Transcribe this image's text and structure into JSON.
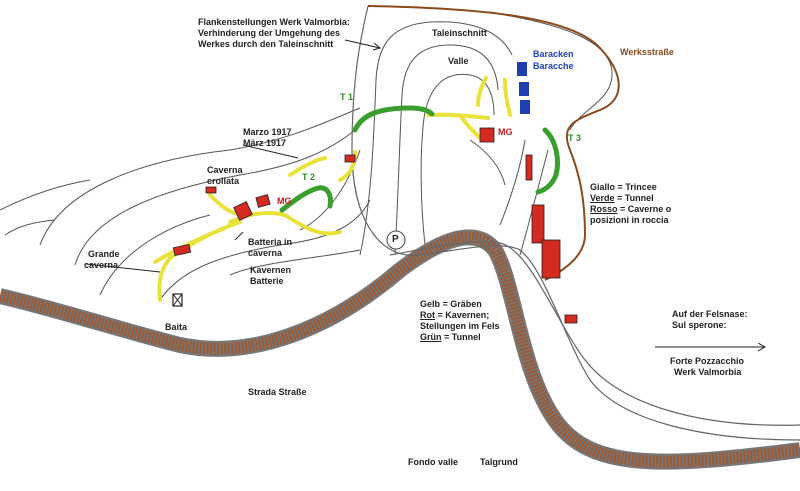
{
  "title": {
    "line1": "Flankenstellungen Werk Valmorbia:",
    "line2": "Verhinderung der Umgehung des",
    "line3": "Werkes durch den Taleinschnitt"
  },
  "labels": {
    "taleinschnitt": "Taleinschnitt",
    "valle": "Valle",
    "baracken": "Baracken",
    "baracche": "Baracche",
    "werksstrasse": "Werksstraße",
    "t1": "T 1",
    "t2": "T 2",
    "t3": "T 3",
    "mg_right": "MG",
    "mg_left": "MG",
    "marzo": "Marzo 1917",
    "maerz": "März 1917",
    "caverna_crollata_1": "Caverna",
    "caverna_crollata_2": "crollata",
    "grande_caverna_1": "Grande",
    "grande_caverna_2": "caverna",
    "batteria_1": "Batteria in",
    "batteria_2": "caverna",
    "kavernen_1": "Kavernen",
    "kavernen_2": "Batterie",
    "parking": "P",
    "baita": "Baita",
    "strada": "Strada  Straße",
    "fondo_valle": "Fondo valle",
    "talgrund": "Talgrund"
  },
  "legend_it": {
    "giallo": "Giallo = Trincee",
    "verde_word": "Verde",
    "verde_rest": " = Tunnel",
    "rosso_word": "Rosso",
    "rosso_rest": " = Caverne o",
    "rosso_line2": "posizioni in roccia"
  },
  "legend_de": {
    "gelb": "Gelb = Gräben",
    "rot_word": "Rot",
    "rot_rest": " = Kavernen;",
    "rot_line2": "Stellungen im Fels",
    "gruen_word": "Grün",
    "gruen_rest": " = Tunnel"
  },
  "spur": {
    "line1": "Auf der Felsnase:",
    "line2": "Sul sperone:",
    "line3": "Forte Pozzacchio",
    "line4": "Werk Valmorbia"
  },
  "colors": {
    "trench": "#e8e23a",
    "tunnel": "#3a9e2e",
    "cavern": "#d42a1f",
    "barracks": "#1f3fb0",
    "road": "#9b5a34",
    "werksstrasse": "#8a4a1a",
    "contour": "#555555",
    "label_red": "#c21e1e",
    "label_green": "#2f8f22",
    "label_blue": "#1f3fb0"
  }
}
